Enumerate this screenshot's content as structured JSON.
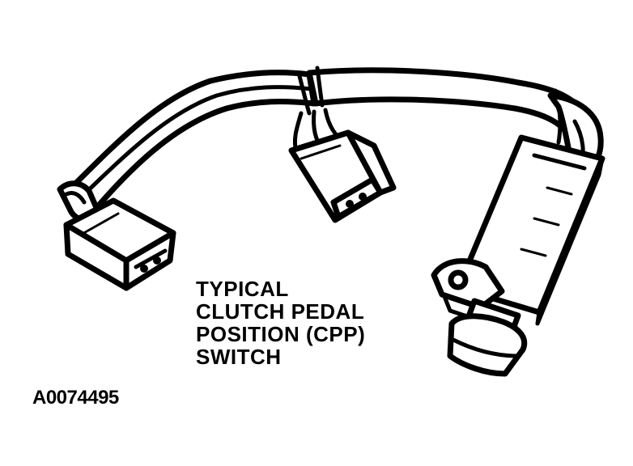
{
  "caption": {
    "lines": [
      "TYPICAL",
      "CLUTCH PEDAL",
      "POSITION (CPP)",
      "SWITCH"
    ]
  },
  "figure_id": "A0074495",
  "colors": {
    "ink": "#000000",
    "paper": "#ffffff"
  }
}
